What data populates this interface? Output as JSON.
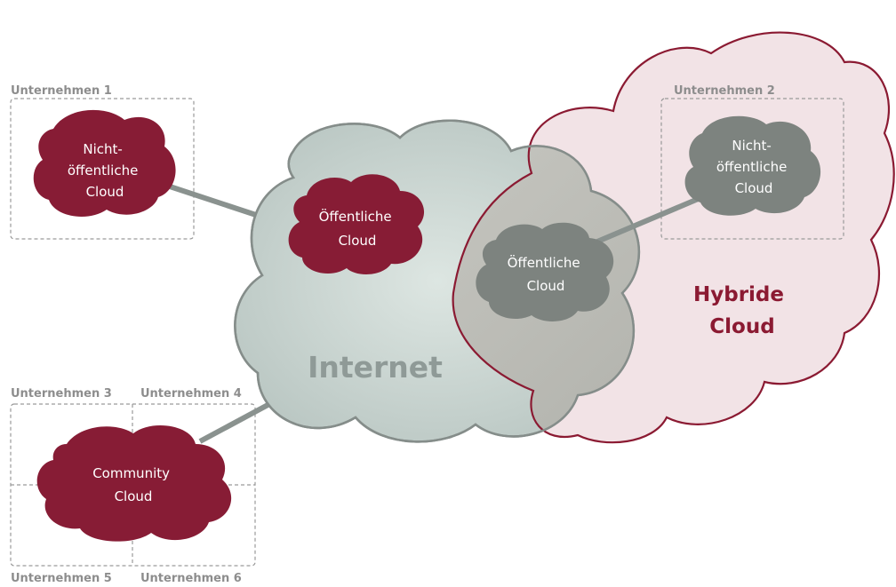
{
  "colors": {
    "private_cloud": "#871c35",
    "internet_cloud": "#c7d2cf",
    "hybrid_cloud": "#f2e3e6",
    "hybrid_outline": "#8b1a32",
    "gray_cloud": "#7d837f",
    "link_line": "#8a928f",
    "company_border": "#9a9a9a"
  },
  "companies": {
    "c1": "Unternehmen 1",
    "c2": "Unternehmen 2",
    "c3": "Unternehmen 3",
    "c4": "Unternehmen 4",
    "c5": "Unternehmen 5",
    "c6": "Unternehmen 6"
  },
  "clouds": {
    "private_left": [
      "Nicht-",
      "öffentliche",
      "Cloud"
    ],
    "public_internet": [
      "Öffentliche",
      "Cloud"
    ],
    "public_hybrid": [
      "Öffentliche",
      "Cloud"
    ],
    "private_right": [
      "Nicht-",
      "öffentliche",
      "Cloud"
    ],
    "community": [
      "Community",
      "Cloud"
    ]
  },
  "internet_label": "Internet",
  "hybrid_label": [
    "Hybride",
    "Cloud"
  ]
}
